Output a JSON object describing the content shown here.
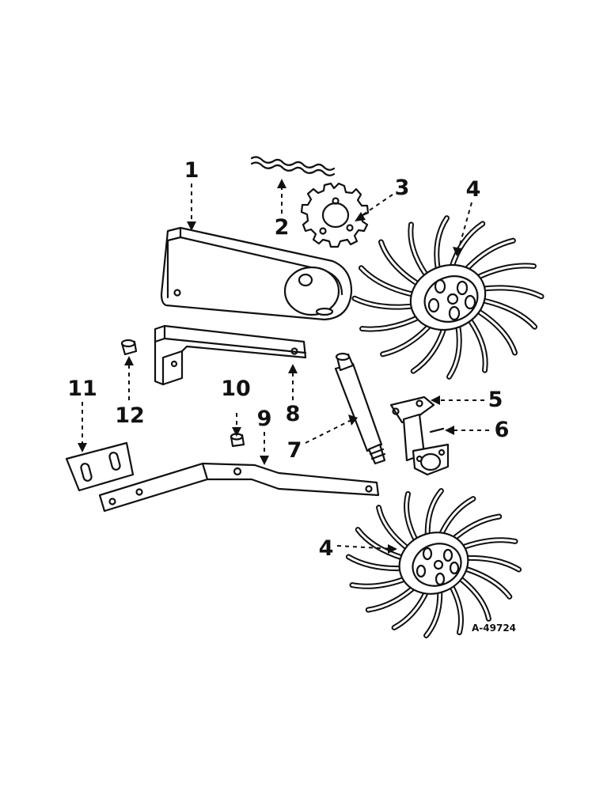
{
  "callouts": [
    "1",
    "2",
    "3",
    "4",
    "4",
    "5",
    "6",
    "7",
    "8",
    "9",
    "10",
    "11",
    "12"
  ],
  "reference": "A-49724",
  "colors": {
    "ink": "#111111",
    "paper": "#ffffff"
  }
}
